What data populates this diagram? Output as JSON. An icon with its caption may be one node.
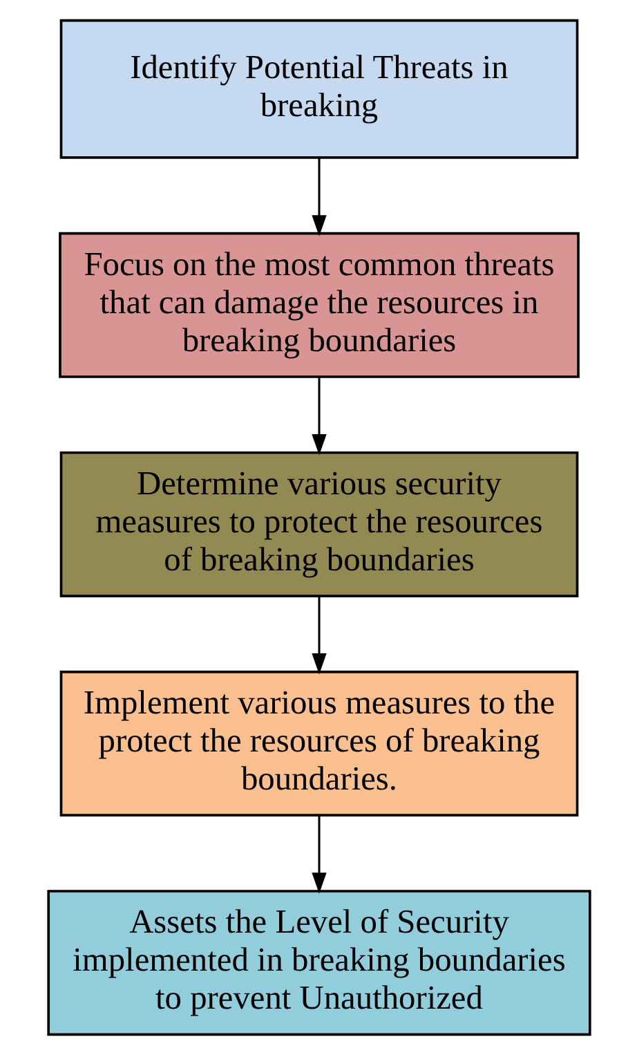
{
  "diagram": {
    "nodes": [
      {
        "text": [
          "Identify Potential Threats in breaking"
        ]
      },
      {
        "text": [
          "Focus on the most common threats that can damage the resources in breaking boundaries"
        ]
      },
      {
        "text": [
          "Determine various security measures to protect the resources of breaking boundaries"
        ]
      },
      {
        "text": [
          "Implement various measures to the protect the resources of breaking boundaries."
        ]
      },
      {
        "text": [
          "Assets the Level of Security implemented in breaking boundaries to prevent Unauthorized"
        ]
      }
    ],
    "edges": [
      {
        "from": 0,
        "to": 1,
        "arrow": "to"
      },
      {
        "from": 1,
        "to": 2,
        "arrow": "to"
      },
      {
        "from": 2,
        "to": 3,
        "arrow": "to"
      },
      {
        "from": 3,
        "to": 4,
        "arrow": "to"
      }
    ]
  }
}
